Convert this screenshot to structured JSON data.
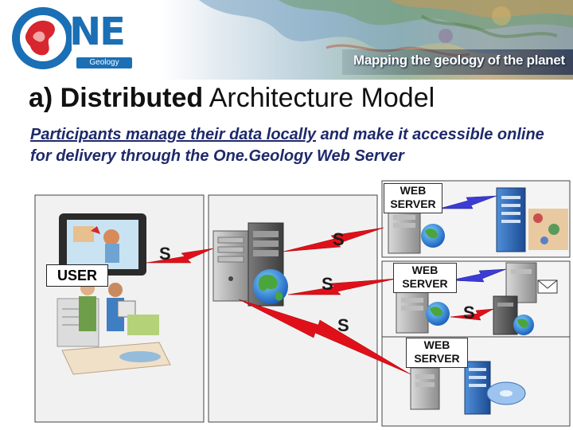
{
  "header": {
    "logo_word": "NE",
    "logo_sub": "Geology",
    "tagline": "Mapping the geology of the planet"
  },
  "slide": {
    "title_bold": "a) Distributed",
    "title_rest": " Architecture Model",
    "subtitle_underlined": "Participants manage their data locally",
    "subtitle_rest": " and make it accessible online for delivery through the One.Geology Web Server"
  },
  "diagram": {
    "user_label": "USER",
    "s_label": "S",
    "web_server_top": "WEB\nSERVER",
    "web_server_mid": "WEB\nSERVER",
    "web_server_bottom": "WEB\nSERVER"
  },
  "colors": {
    "logo_blue": "#1a6fb5",
    "link_red": "#e0101a",
    "link_blue": "#3b3bd6",
    "subtitle_navy": "#1e2a6a"
  }
}
